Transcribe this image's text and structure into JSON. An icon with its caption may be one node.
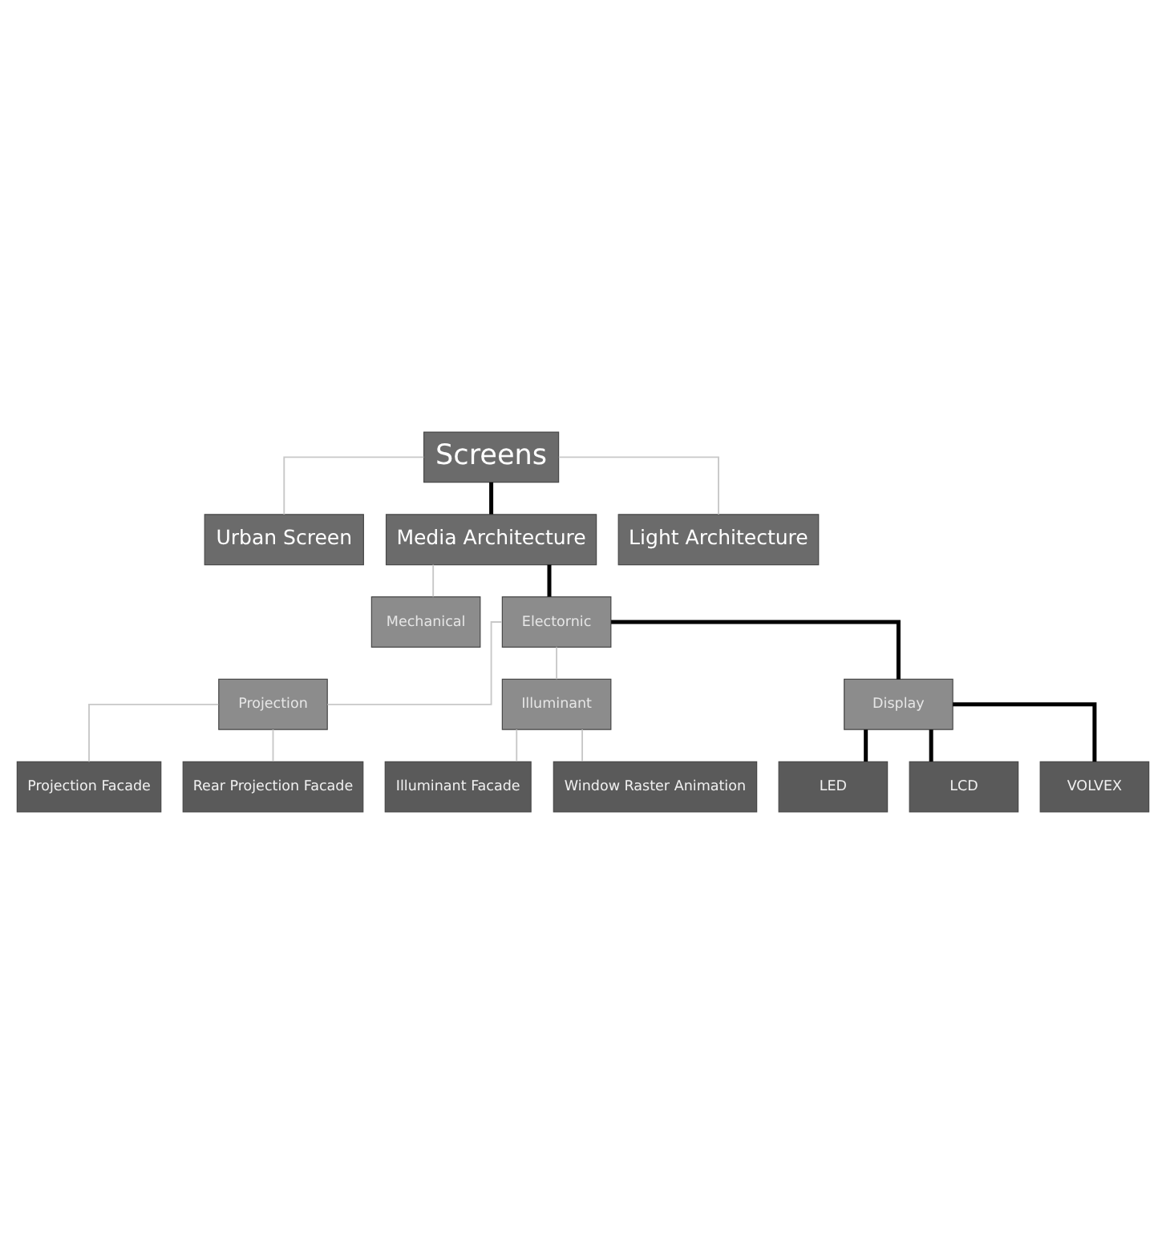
{
  "diagram": {
    "nodes": [
      {
        "text": [
          "Screens"
        ]
      },
      {
        "text": [
          "Urban Screen"
        ]
      },
      {
        "text": [
          "Media Architecture"
        ]
      },
      {
        "text": [
          "Light Architecture"
        ]
      },
      {
        "text": [
          "Mechanical"
        ]
      },
      {
        "text": [
          "Electornic"
        ]
      },
      {
        "text": [
          "Projection"
        ]
      },
      {
        "text": [
          "Illuminant"
        ]
      },
      {
        "text": [
          "Display"
        ]
      },
      {
        "text": [
          "Projection Facade"
        ]
      },
      {
        "text": [
          "Rear Projection Facade"
        ]
      },
      {
        "text": [
          "Illuminant Facade"
        ]
      },
      {
        "text": [
          "Window Raster Animation"
        ]
      },
      {
        "text": [
          "LED"
        ]
      },
      {
        "text": [
          "LCD"
        ]
      },
      {
        "text": [
          "VOLVEX"
        ]
      }
    ],
    "edges": [
      {
        "from": 0,
        "to": 1,
        "arrow": "none"
      },
      {
        "from": 0,
        "to": 2,
        "arrow": "none",
        "style": "thick",
        "color": "#000000"
      },
      {
        "from": 0,
        "to": 3,
        "arrow": "none"
      },
      {
        "from": 2,
        "to": 4,
        "arrow": "none"
      },
      {
        "from": 2,
        "to": 5,
        "arrow": "none",
        "style": "thick",
        "color": "#000000"
      },
      {
        "from": 5,
        "to": 6,
        "arrow": "none"
      },
      {
        "from": 5,
        "to": 7,
        "arrow": "none"
      },
      {
        "from": 5,
        "to": 8,
        "arrow": "none",
        "style": "thick",
        "color": "#000000"
      },
      {
        "from": 6,
        "to": 9,
        "arrow": "none"
      },
      {
        "from": 6,
        "to": 10,
        "arrow": "none"
      },
      {
        "from": 7,
        "to": 11,
        "arrow": "none"
      },
      {
        "from": 7,
        "to": 12,
        "arrow": "none"
      },
      {
        "from": 8,
        "to": 13,
        "arrow": "none",
        "style": "thick",
        "color": "#000000"
      },
      {
        "from": 8,
        "to": 14,
        "arrow": "none",
        "style": "thick",
        "color": "#000000"
      },
      {
        "from": 8,
        "to": 15,
        "arrow": "none",
        "style": "thick",
        "color": "#000000"
      }
    ]
  }
}
